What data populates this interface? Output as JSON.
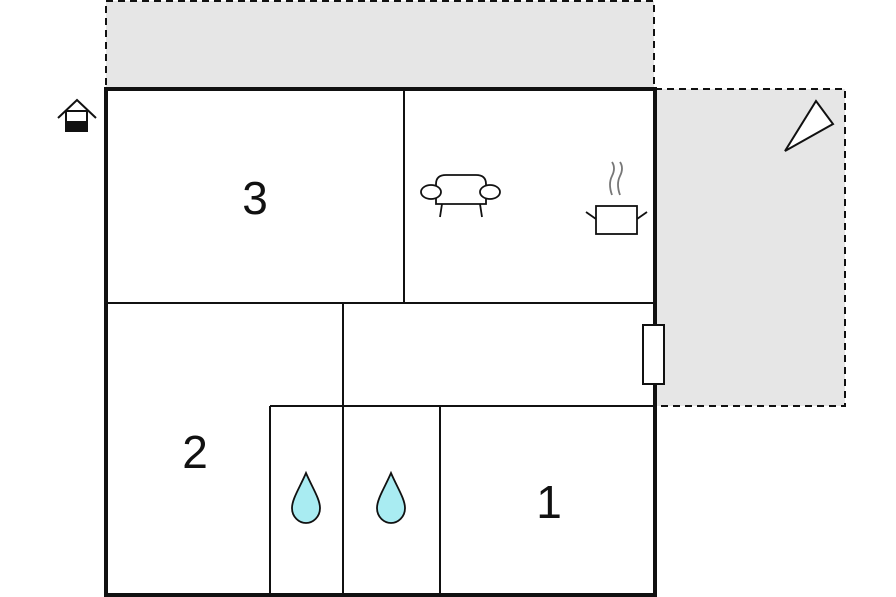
{
  "floorplan": {
    "rooms": [
      {
        "id": "bedroom-3",
        "label": "3"
      },
      {
        "id": "bedroom-2",
        "label": "2"
      },
      {
        "id": "bedroom-1",
        "label": "1"
      }
    ],
    "icons": [
      "entrance-house-icon",
      "sofa-icon",
      "cooking-pot-icon",
      "water-drop-icon",
      "water-drop-icon",
      "terrace-triangle-icon",
      "door-icon"
    ],
    "colors": {
      "wall": "#111111",
      "terrace_fill": "#e6e6e6",
      "water_drop": "#a9ecf2",
      "background": "#ffffff"
    }
  }
}
